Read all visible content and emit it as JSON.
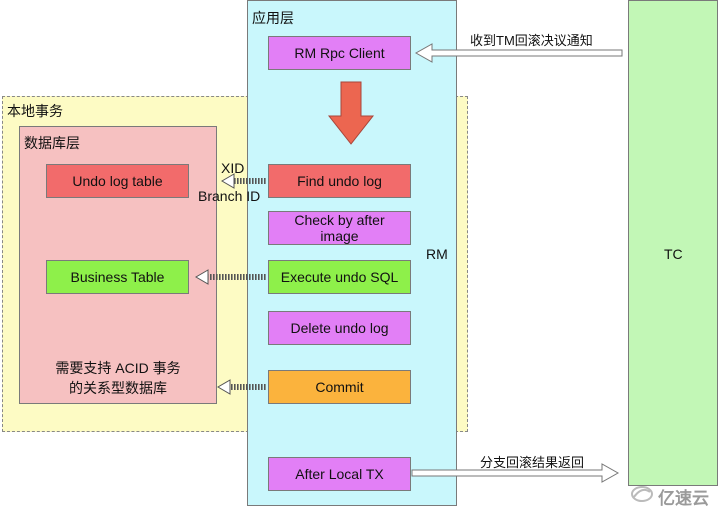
{
  "local_tx": {
    "label": "本地事务"
  },
  "db_layer": {
    "label": "数据库层",
    "note_line1": "需要支持 ACID 事务",
    "note_line2": "的关系型数据库"
  },
  "db_boxes": {
    "undo_log_table": "Undo log table",
    "business_table": "Business Table"
  },
  "app_layer": {
    "label": "应用层",
    "rm_label": "RM"
  },
  "steps": {
    "rpc_client": "RM Rpc Client",
    "find_undo_log": "Find undo log",
    "check_after_image_line1": "Check by after",
    "check_after_image_line2": "image",
    "execute_undo_sql": "Execute undo SQL",
    "delete_undo_log": "Delete undo log",
    "commit": "Commit",
    "after_local_tx": "After Local TX"
  },
  "arrow_labels": {
    "xid": "XID",
    "branch_id": "Branch ID",
    "tm_rollback_notice": "收到TM回滚决议通知",
    "branch_rollback_result": "分支回滚结果返回"
  },
  "tc": {
    "label": "TC"
  },
  "watermark": {
    "text": "亿速云"
  },
  "colors": {
    "local_tx_bg": "#fdfbc4",
    "db_layer_bg": "#f6c1c1",
    "app_layer_bg": "#c9f7fc",
    "tc_bg": "#c2f7b6",
    "purple_box": "#e27ff6",
    "red_box": "#f26b6b",
    "green_box": "#8ef04a",
    "orange_box": "#fbb33d"
  }
}
